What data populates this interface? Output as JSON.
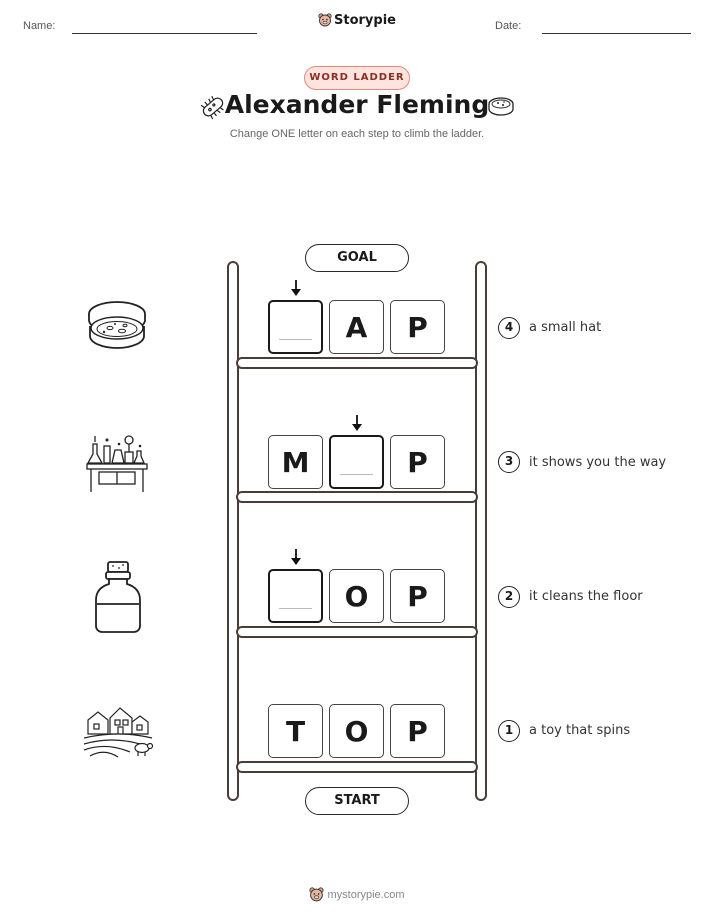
{
  "header": {
    "name_label": "Name:",
    "date_label": "Date:",
    "brand": "Storypie"
  },
  "badge": "WORD LADDER",
  "title": "Alexander Fleming",
  "subtitle": "Change ONE letter on each step to climb the ladder.",
  "goal_label": "GOAL",
  "start_label": "START",
  "rungs": [
    {
      "number": "4",
      "clue": "a small hat",
      "letters": [
        "",
        "A",
        "P"
      ],
      "blank_index": 0,
      "picture": "petri-dish-icon"
    },
    {
      "number": "3",
      "clue": "it shows you the way",
      "letters": [
        "M",
        "",
        "P"
      ],
      "blank_index": 1,
      "picture": "lab-table-icon"
    },
    {
      "number": "2",
      "clue": "it cleans the floor",
      "letters": [
        "",
        "O",
        "P"
      ],
      "blank_index": 0,
      "picture": "bottle-icon"
    },
    {
      "number": "1",
      "clue": "a toy that spins",
      "letters": [
        "T",
        "O",
        "P"
      ],
      "blank_index": -1,
      "picture": "farm-icon"
    }
  ],
  "footer": "mystorypie.com"
}
